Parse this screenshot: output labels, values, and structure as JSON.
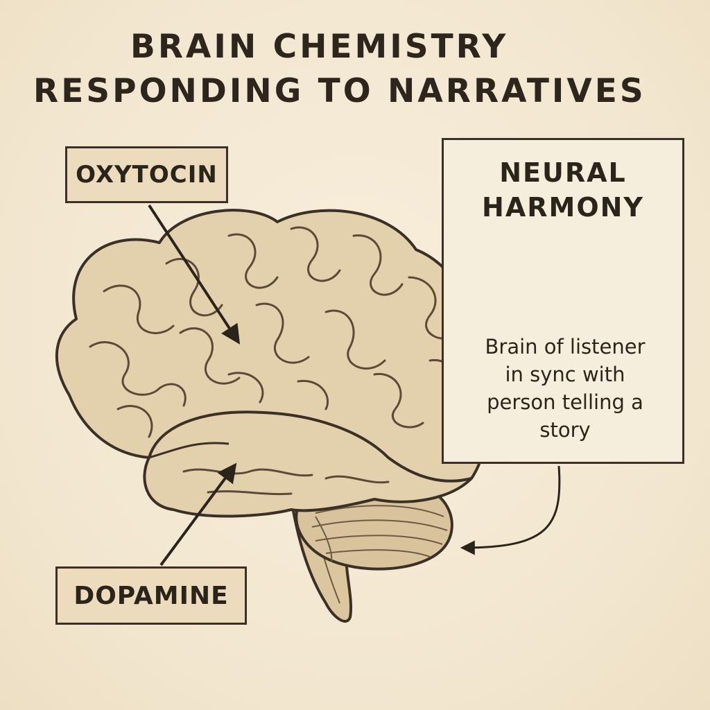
{
  "title": {
    "line1": "BRAIN CHEMISTRY",
    "line2": "RESPONDING TO NARRATIVES"
  },
  "labels": {
    "oxytocin": "OXYTOCIN",
    "dopamine": "DOPAMINE"
  },
  "harmony": {
    "title": "NEURAL\nHARMONY",
    "description": "Brain of listener\n in sync with\nperson telling a\nstory"
  },
  "icons": [
    "brain-illustration",
    "listener-head-icon",
    "storyteller-head-icon",
    "sync-wave-icon"
  ],
  "colors": {
    "background": "#f4ead6",
    "ink": "#2b241b",
    "brain": "#e3d0ad",
    "label_fill": "#ecdcbd"
  }
}
